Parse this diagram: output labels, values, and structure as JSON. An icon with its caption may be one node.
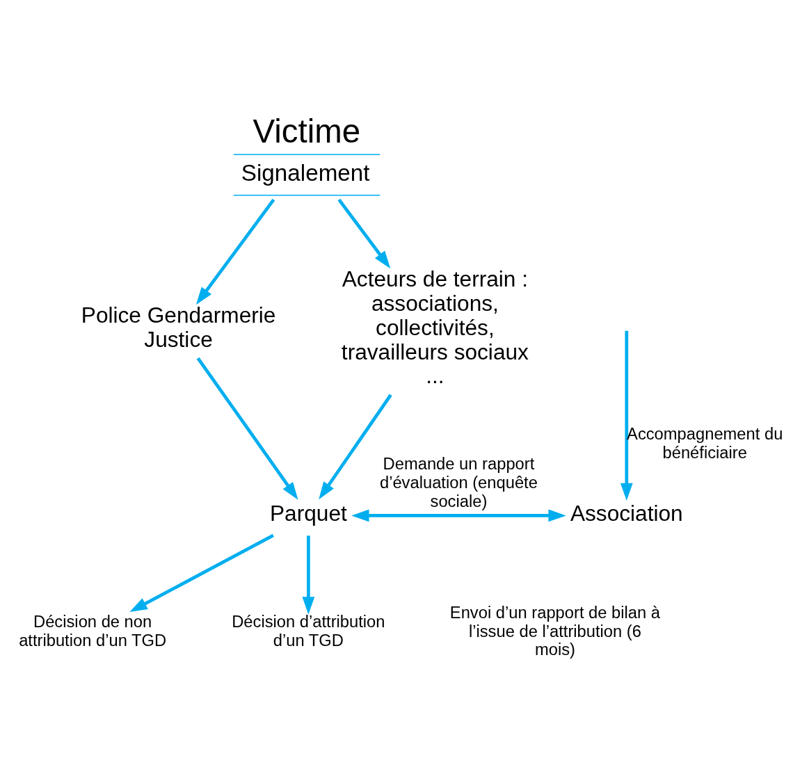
{
  "diagram": {
    "nodes": [
      {
        "text": [
          "Victime",
          "Signalement"
        ]
      },
      {
        "text": [
          "Police Gendarmerie Justice"
        ]
      },
      {
        "text": [
          "Acteurs de terrain : associations, collectivités, travailleurs sociaux ..."
        ]
      },
      {
        "text": [
          "Parquet"
        ]
      },
      {
        "text": [
          "Association"
        ]
      },
      {
        "text": [
          "Décision de non attribution d’un TGD"
        ]
      },
      {
        "text": [
          "Décision d’attribution d’un TGD"
        ]
      }
    ],
    "edges": [
      {
        "from": 0,
        "to": 1,
        "arrow": "to"
      },
      {
        "from": 0,
        "to": 2,
        "arrow": "to"
      },
      {
        "from": 1,
        "to": 3,
        "arrow": "to"
      },
      {
        "from": 2,
        "to": 3,
        "arrow": "to"
      },
      {
        "from": 3,
        "to": 4,
        "arrow": "both",
        "label": "Demande un rapport d’évaluation (enquête sociale)"
      },
      {
        "from": 3,
        "to": 5,
        "arrow": "to"
      },
      {
        "from": 3,
        "to": 6,
        "arrow": "to"
      },
      {
        "from": null,
        "to": 4,
        "arrow": "to",
        "label": "Accompagnement du bénéficiaire"
      }
    ],
    "labels": [
      "Envoi d’un rapport de bilan à l’issue de l’attribution (6 mois)"
    ]
  }
}
